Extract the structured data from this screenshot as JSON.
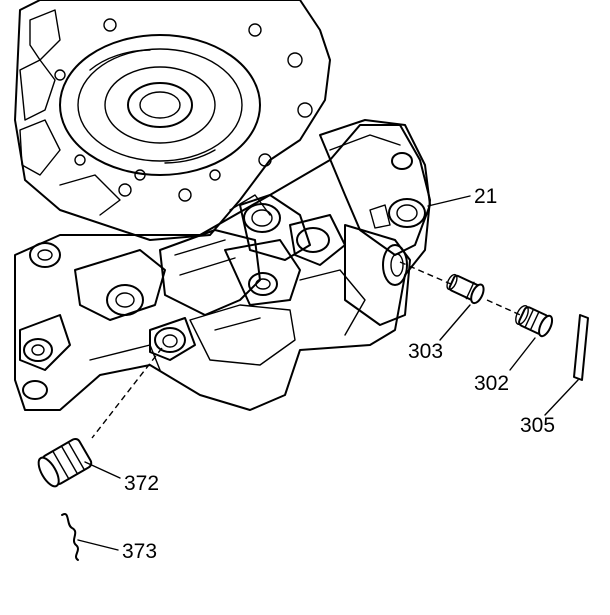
{
  "labels": {
    "valve_body": "21",
    "part_303": "303",
    "part_302": "302",
    "part_305": "305",
    "part_372": "372",
    "part_373": "373"
  }
}
